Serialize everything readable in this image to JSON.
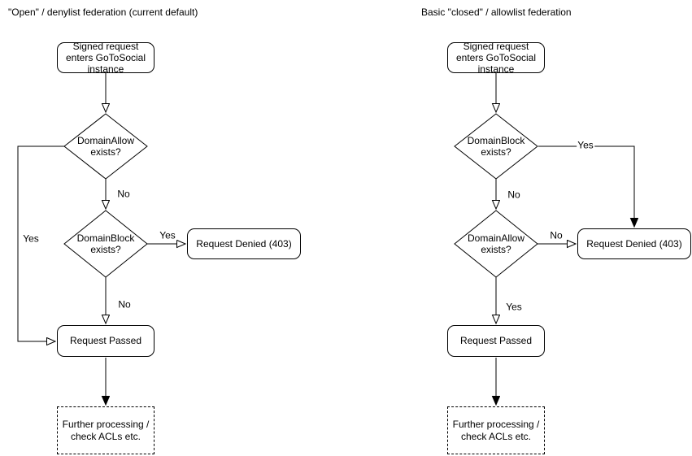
{
  "diagram": {
    "background_color": "#ffffff",
    "line_color": "#000000",
    "text_color": "#000000",
    "charts": [
      {
        "title": "\"Open\" / denylist federation (current default)",
        "nodes": {
          "start": "Signed request enters GoToSocial instance",
          "decision1": "DomainAllow exists?",
          "decision2": "DomainBlock exists?",
          "denied": "Request Denied (403)",
          "passed": "Request Passed",
          "further_processing": "Further processing / check ACLs etc."
        },
        "edge_labels": {
          "decision1_yes": "Yes",
          "decision1_no": "No",
          "decision2_yes": "Yes",
          "decision2_no": "No"
        }
      },
      {
        "title": "Basic \"closed\" / allowlist federation",
        "nodes": {
          "start": "Signed request enters GoToSocial instance",
          "decision1": "DomainBlock exists?",
          "decision2": "DomainAllow exists?",
          "denied": "Request Denied (403)",
          "passed": "Request Passed",
          "further_processing": "Further processing / check ACLs etc."
        },
        "edge_labels": {
          "decision1_yes": "Yes",
          "decision1_no": "No",
          "decision2_yes": "Yes",
          "decision2_no": "No"
        }
      }
    ]
  }
}
